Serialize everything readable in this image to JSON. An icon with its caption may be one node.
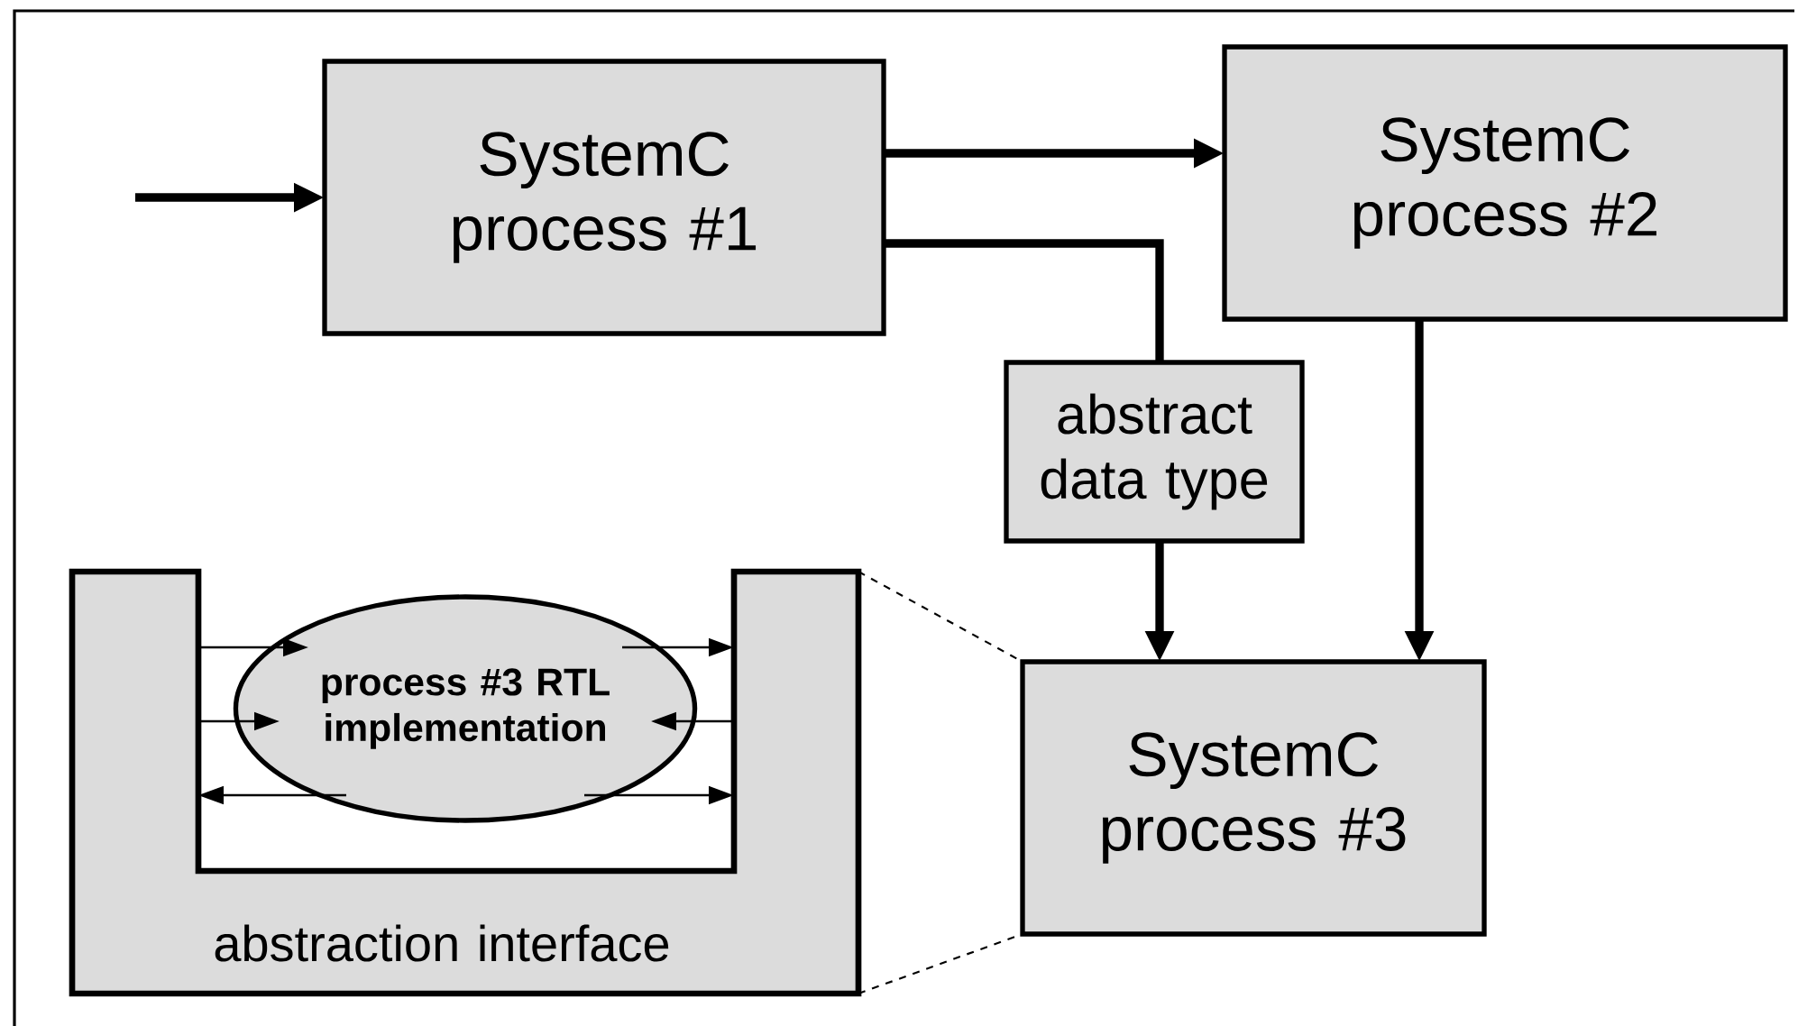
{
  "diagram": {
    "nodes": [
      {
        "text": [
          "SystemC process #1"
        ]
      },
      {
        "text": [
          "SystemC process #2"
        ]
      },
      {
        "text": [
          "abstract data type"
        ]
      },
      {
        "text": [
          "SystemC process #3"
        ]
      },
      {
        "text": [
          "abstraction interface"
        ]
      },
      {
        "text": [
          "process #3 RTL implementation"
        ],
        "in": 4
      }
    ],
    "edges": [
      {
        "from": null,
        "to": 0,
        "arrow": "to",
        "style": "thick"
      },
      {
        "from": 0,
        "to": 1,
        "arrow": "to",
        "style": "thick"
      },
      {
        "from": 0,
        "to": 2,
        "arrow": "none",
        "style": "thick"
      },
      {
        "from": 2,
        "to": 3,
        "arrow": "to",
        "style": "thick"
      },
      {
        "from": 1,
        "to": 3,
        "arrow": "to",
        "style": "thick"
      },
      {
        "from": 4,
        "to": 5,
        "arrow": "to"
      },
      {
        "from": 4,
        "to": 5,
        "arrow": "to"
      },
      {
        "from": 5,
        "to": 4,
        "arrow": "to"
      },
      {
        "from": 5,
        "to": 4,
        "arrow": "to"
      },
      {
        "from": 4,
        "to": 5,
        "arrow": "to"
      },
      {
        "from": 5,
        "to": 4,
        "arrow": "to"
      },
      {
        "from": 4,
        "to": 3,
        "arrow": "none",
        "style": "dashed"
      },
      {
        "from": 4,
        "to": 3,
        "arrow": "none",
        "style": "dashed"
      }
    ]
  }
}
